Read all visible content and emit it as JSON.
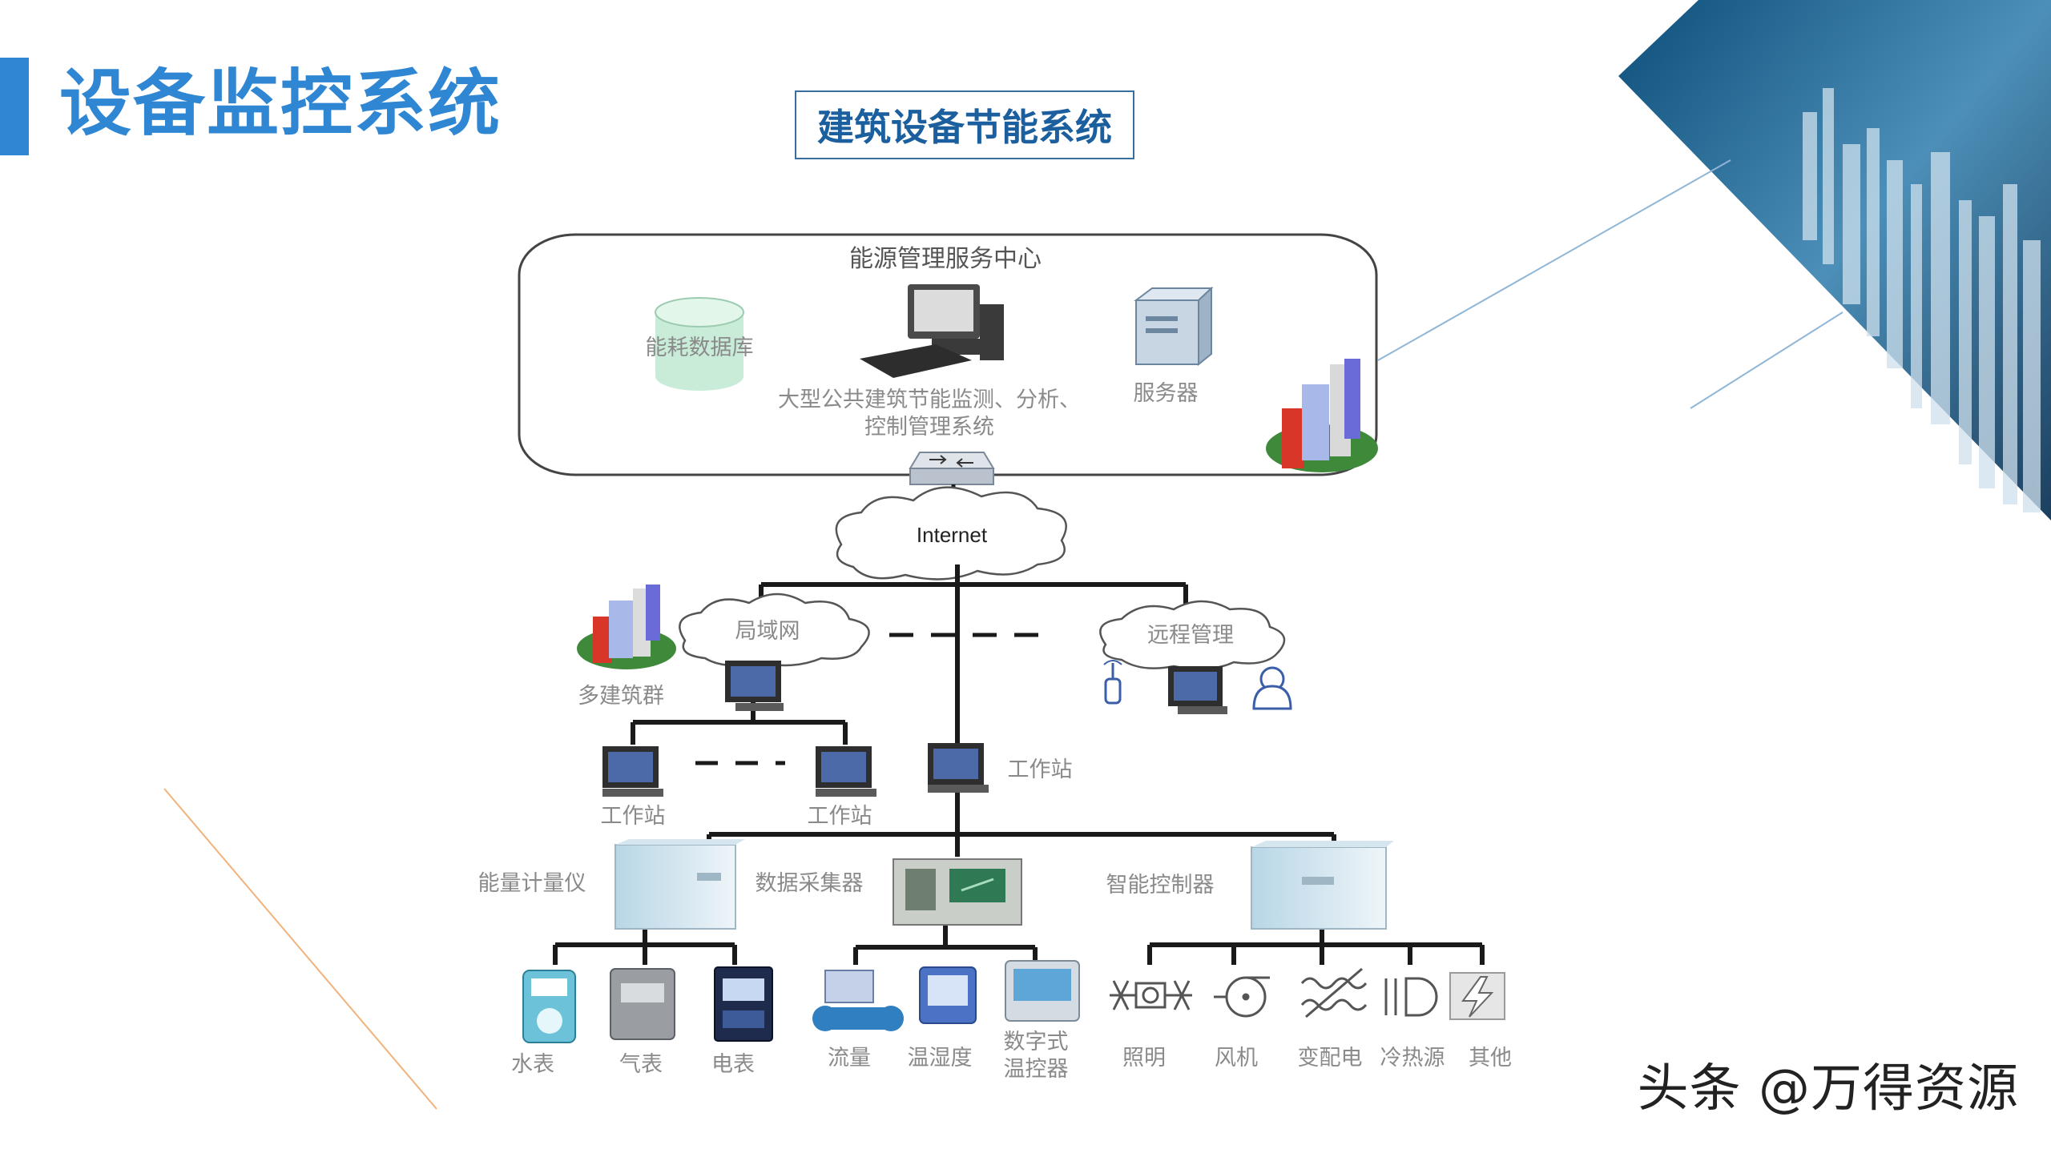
{
  "page": {
    "title": "设备监控系统",
    "subtitle": "建筑设备节能系统",
    "watermark": "头条 @万得资源"
  },
  "colors": {
    "accent": "#2f86d3",
    "subtitle_border": "#3a6e9e",
    "line": "#1a1a1a"
  },
  "diagram": {
    "center_title": "能源管理服务中心",
    "db_label": "能耗数据库",
    "system_label_1": "大型公共建筑节能监测、分析、",
    "system_label_2": "控制管理系统",
    "server_label": "服务器",
    "internet_label": "Internet",
    "lan_label": "局域网",
    "building_group_label": "多建筑群",
    "remote_label": "远程管理",
    "workstation_label_left": "工作站",
    "workstation_label_right": "工作站",
    "workstation_label_center": "工作站",
    "energy_meter_label": "能量计量仪",
    "data_collector_label": "数据采集器",
    "smart_controller_label": "智能控制器",
    "devices": [
      {
        "label": "水表"
      },
      {
        "label": "气表"
      },
      {
        "label": "电表"
      },
      {
        "label": "流量"
      },
      {
        "label": "温湿度"
      },
      {
        "label": "数字式",
        "label2": "温控器"
      },
      {
        "label": "照明"
      },
      {
        "label": "风机"
      },
      {
        "label": "变配电"
      },
      {
        "label": "冷热源"
      },
      {
        "label": "其他"
      }
    ]
  }
}
